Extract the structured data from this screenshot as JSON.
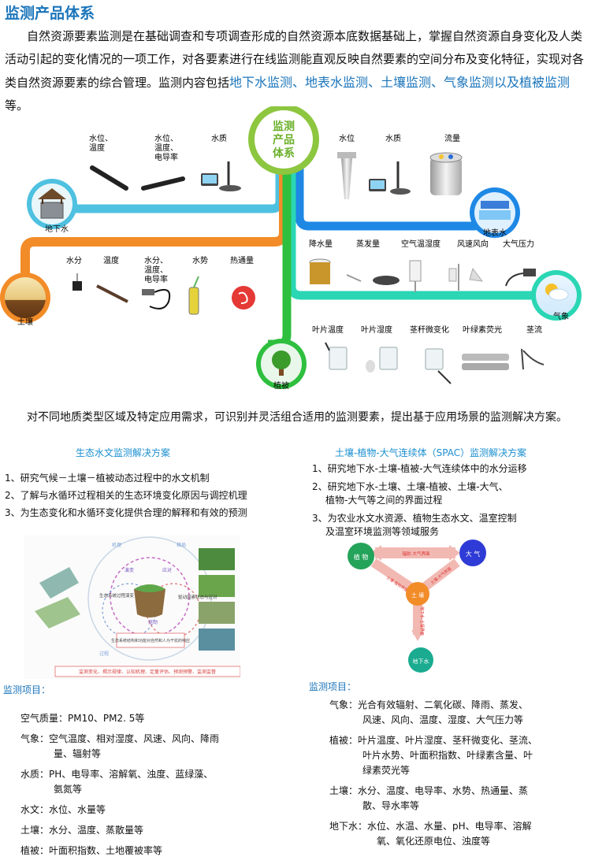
{
  "title": "监测产品体系",
  "intro": {
    "text": "自然资源要素监测是在基础调查和专项调查形成的自然资源本底数据基础上，掌握自然资源自身变化及人类活动引起的变化情况的一项工作，对各要素进行在线监测能直观反映自然要素的空间分布及变化特征，实现对各类自然资源要素的综合管理。监测内容包括",
    "highlight": "地下水监测、地表水监测、土壤监测、气象监测以及植被监测",
    "end": "等。"
  },
  "diagram": {
    "center": [
      "监测",
      "产品",
      "体系"
    ],
    "groundwater": {
      "name": "地下水",
      "items": [
        [
          "水位、",
          "温度"
        ],
        [
          "水位、",
          "温度、",
          "电导率"
        ],
        [
          "水质"
        ]
      ]
    },
    "surfacewater": {
      "name": "地表水",
      "items": [
        "水位",
        "水质",
        "流量"
      ]
    },
    "soil": {
      "name": "土壤",
      "items": [
        [
          "水分"
        ],
        [
          "温度"
        ],
        [
          "水分、",
          "温度、",
          "电导率"
        ],
        [
          "水势"
        ],
        [
          "热通量"
        ]
      ]
    },
    "weather": {
      "name": "气象",
      "items": [
        "降水量",
        "蒸发量",
        "空气温湿度",
        "风速风向",
        "大气压力"
      ]
    },
    "vegetation": {
      "name": "植被",
      "items": [
        "叶片温度",
        "叶片湿度",
        "茎秆微变化",
        "叶绿素荧光",
        "茎流"
      ]
    }
  },
  "para2": "对不同地质类型区域及特定应用需求，可识别并灵活组合适用的监测要素，提出基于应用场景的监测解决方案。",
  "left": {
    "title": "生态水文监测解决方案",
    "items": [
      "1、研究气候－土壤－植被动态过程中的水文机制",
      "2、了解与水循环过程相关的生态环境变化原因与调控机理",
      "3、为生态变化和水循环变化提供合理的解释和有效的预测"
    ],
    "figure": {
      "bottom_text": "监测变化、揭示规律、认知机理、定量评估、预测预警、监测监督",
      "labels": [
        "生态系统过程演变",
        "驱动因素状态与应对",
        "生态系统结构和功能对自然和人为干扰的响应",
        "演变",
        "应对",
        "驱动",
        "机理",
        "格局",
        "过程"
      ]
    },
    "mon_title": "监测项目：",
    "mon": [
      {
        "k": "空气质量：",
        "v": "PM10、PM2. 5等"
      },
      {
        "k": "气象：",
        "v": "空气温度、相对湿度、风速、风向、降雨",
        "v2": "量、辐射等"
      },
      {
        "k": "水质：",
        "v": "PH、电导率、溶解氧、浊度、蓝绿藻、",
        "v2": "氨氮等"
      },
      {
        "k": "水文：",
        "v": "水位、水量等"
      },
      {
        "k": "土壤：",
        "v": "水分、温度、蒸散量等"
      },
      {
        "k": "植被：",
        "v": "叶面积指数、土地覆被率等"
      }
    ]
  },
  "right": {
    "title": "土壤-植物-大气连续体（SPAC）监测解决方案",
    "items": [
      [
        "1、研究地下水-土壤-植被-大气连续体中的水分运移"
      ],
      [
        "2、研究地下水-土壤、土壤-植被、土壤-大气、",
        "植物-大气等之间的界面过程"
      ],
      [
        "3、为农业水文水资源、植物生态水文、温室控制",
        "及温室环境监测等领域服务"
      ]
    ],
    "spac": {
      "nodes": [
        "植 物",
        "大 气",
        "土 壤",
        "地下水"
      ],
      "arrows": [
        "辐射-大气界面",
        "土壤-植物界面",
        "土壤-大气界面",
        "地下水-土壤界面"
      ]
    },
    "mon_title": "监测项目：",
    "mon": [
      {
        "k": "气象：",
        "v": "光合有效辐射、二氧化碳、降雨、蒸发、",
        "v2": "风速、风向、温度、湿度、大气压力等"
      },
      {
        "k": "植被：",
        "v": "叶片温度、叶片湿度、茎秆微变化、茎流、",
        "v2": "叶片水势、叶面积指数、叶绿素含量、叶",
        "v3": "绿素荧光等"
      },
      {
        "k": "土壤：",
        "v": "水分、温度、电导率、水势、热通量、蒸",
        "v2": "散、导水率等"
      },
      {
        "k": "地下水：",
        "v": "水位、水温、水量、pH、电导率、溶解",
        "v2": "氧、氧化还原电位、浊度等"
      }
    ]
  },
  "colors": {
    "brand": "#1b75bb",
    "groundwater": "#4fc1e0",
    "surface": "#1e88e5",
    "soil": "#f28c28",
    "weather": "#2ad6b4",
    "veg": "#2fbf3e",
    "center": "#8dc63f"
  }
}
